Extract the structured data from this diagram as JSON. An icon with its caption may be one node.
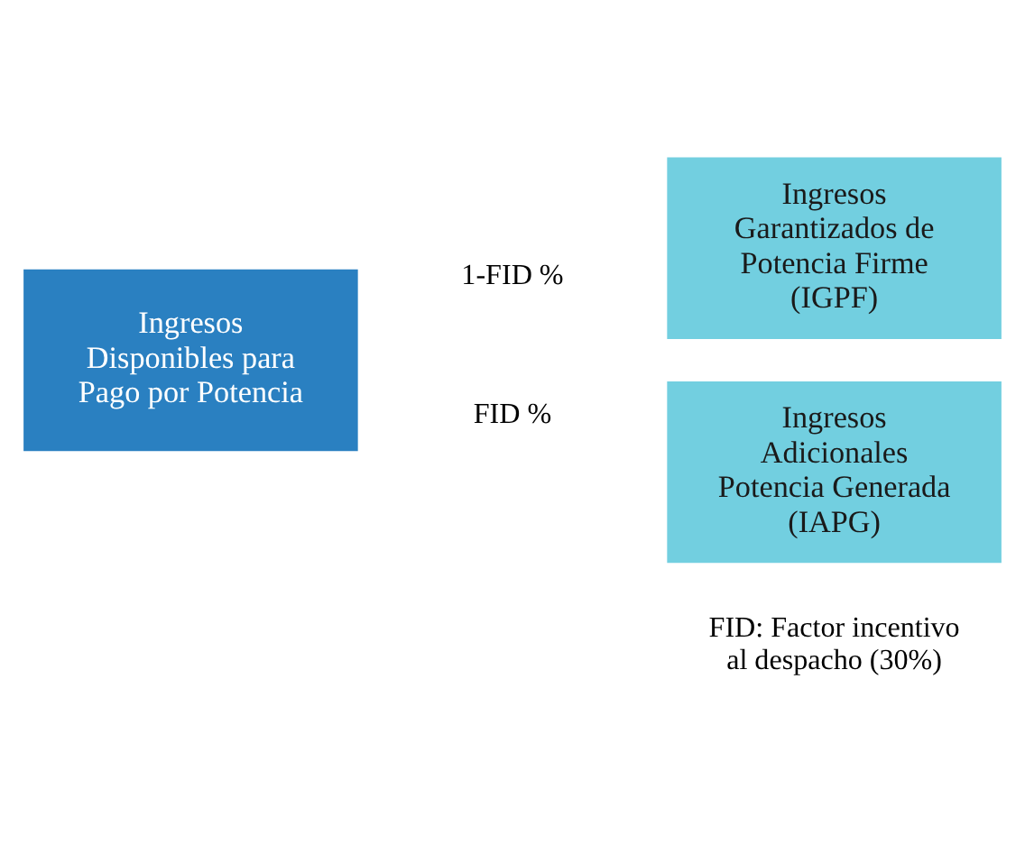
{
  "diagram": {
    "nodes": [
      {
        "text": [
          "Ingresos Disponibles para Pago por Potencia"
        ]
      },
      {
        "text": [
          "Ingresos Garantizados de Potencia Firme (IGPF)"
        ]
      },
      {
        "text": [
          "Ingresos Adicionales Potencia Generada (IAPG)"
        ]
      }
    ],
    "labels": [
      "1-FID %",
      "FID %",
      "FID: Factor incentivo al despacho (30%)"
    ]
  }
}
